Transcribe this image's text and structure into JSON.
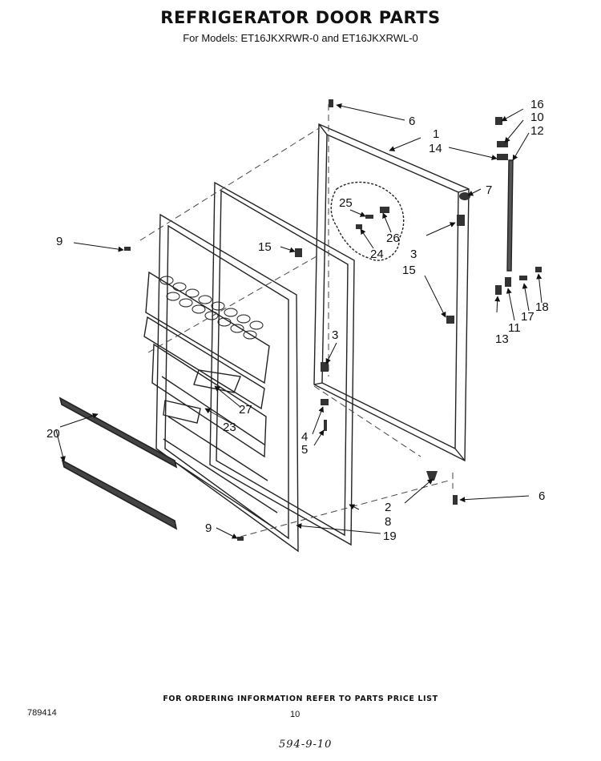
{
  "header": {
    "title": "REFRIGERATOR DOOR PARTS",
    "subtitle": "For Models: ET16JKXRWR-0 and ET16JKXRWL-0"
  },
  "callouts": {
    "c1": "1",
    "c2": "2",
    "c3a": "3",
    "c3b": "3",
    "c4": "4",
    "c5": "5",
    "c6a": "6",
    "c6b": "6",
    "c7": "7",
    "c8": "8",
    "c9a": "9",
    "c9b": "9",
    "c10": "10",
    "c11": "11",
    "c12": "12",
    "c13": "13",
    "c14": "14",
    "c15a": "15",
    "c15b": "15",
    "c16": "16",
    "c17": "17",
    "c18": "18",
    "c19": "19",
    "c20": "20",
    "c23": "23",
    "c24": "24",
    "c25": "25",
    "c26": "26",
    "c27": "27"
  },
  "footer": {
    "ordering_note": "FOR ORDERING INFORMATION REFER TO PARTS PRICE LIST",
    "document_number": "789414",
    "page_number": "10",
    "handwritten_note": "594-9-10"
  }
}
